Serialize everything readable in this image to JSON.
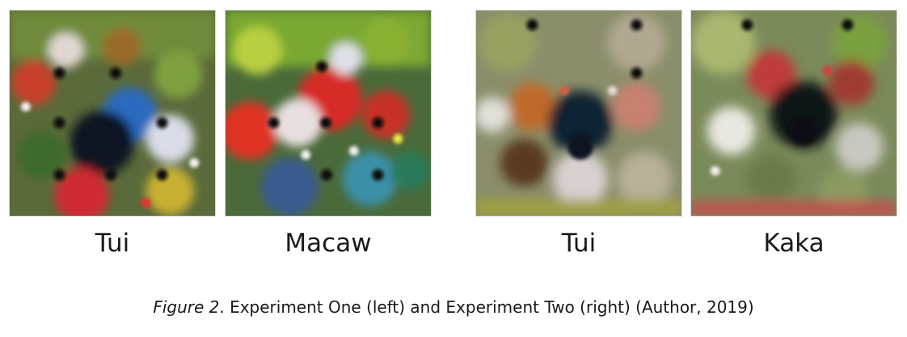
{
  "figure": {
    "panels": [
      {
        "label": "Tui",
        "group": "Experiment One"
      },
      {
        "label": "Macaw",
        "group": "Experiment One"
      },
      {
        "label": "Tui",
        "group": "Experiment Two"
      },
      {
        "label": "Kaka",
        "group": "Experiment Two"
      }
    ],
    "caption": {
      "figure_ref": "Figure 2",
      "text": ". Experiment One (left) and Experiment Two (right) (Author, 2019)"
    }
  }
}
